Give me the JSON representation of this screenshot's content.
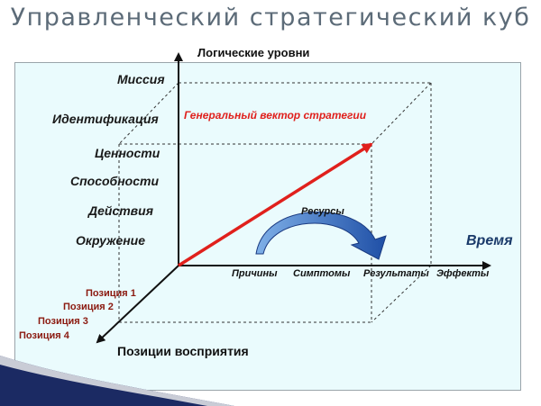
{
  "title": "Управленческий стратегический куб",
  "axes": {
    "vertical": "Логические уровни",
    "depth": "Позиции восприятия",
    "horizontal": "Время"
  },
  "levels": [
    "Миссия",
    "Идентификация",
    "Ценности",
    "Способности",
    "Действия",
    "Окружение"
  ],
  "vector_label": "Генеральный вектор стратегии",
  "resources_label": "Ресурсы",
  "time_ticks": [
    "Причины",
    "Симптомы",
    "Результаты",
    "Эффекты"
  ],
  "positions": [
    "Позиция 1",
    "Позиция 2",
    "Позиция 3",
    "Позиция 4"
  ],
  "colors": {
    "axis": "#111111",
    "vector": "#e0201c",
    "dashed": "#333333",
    "arrow_fill": "#1f4fa6",
    "position_text": "#8b1a10",
    "title": "#5c6b78"
  }
}
